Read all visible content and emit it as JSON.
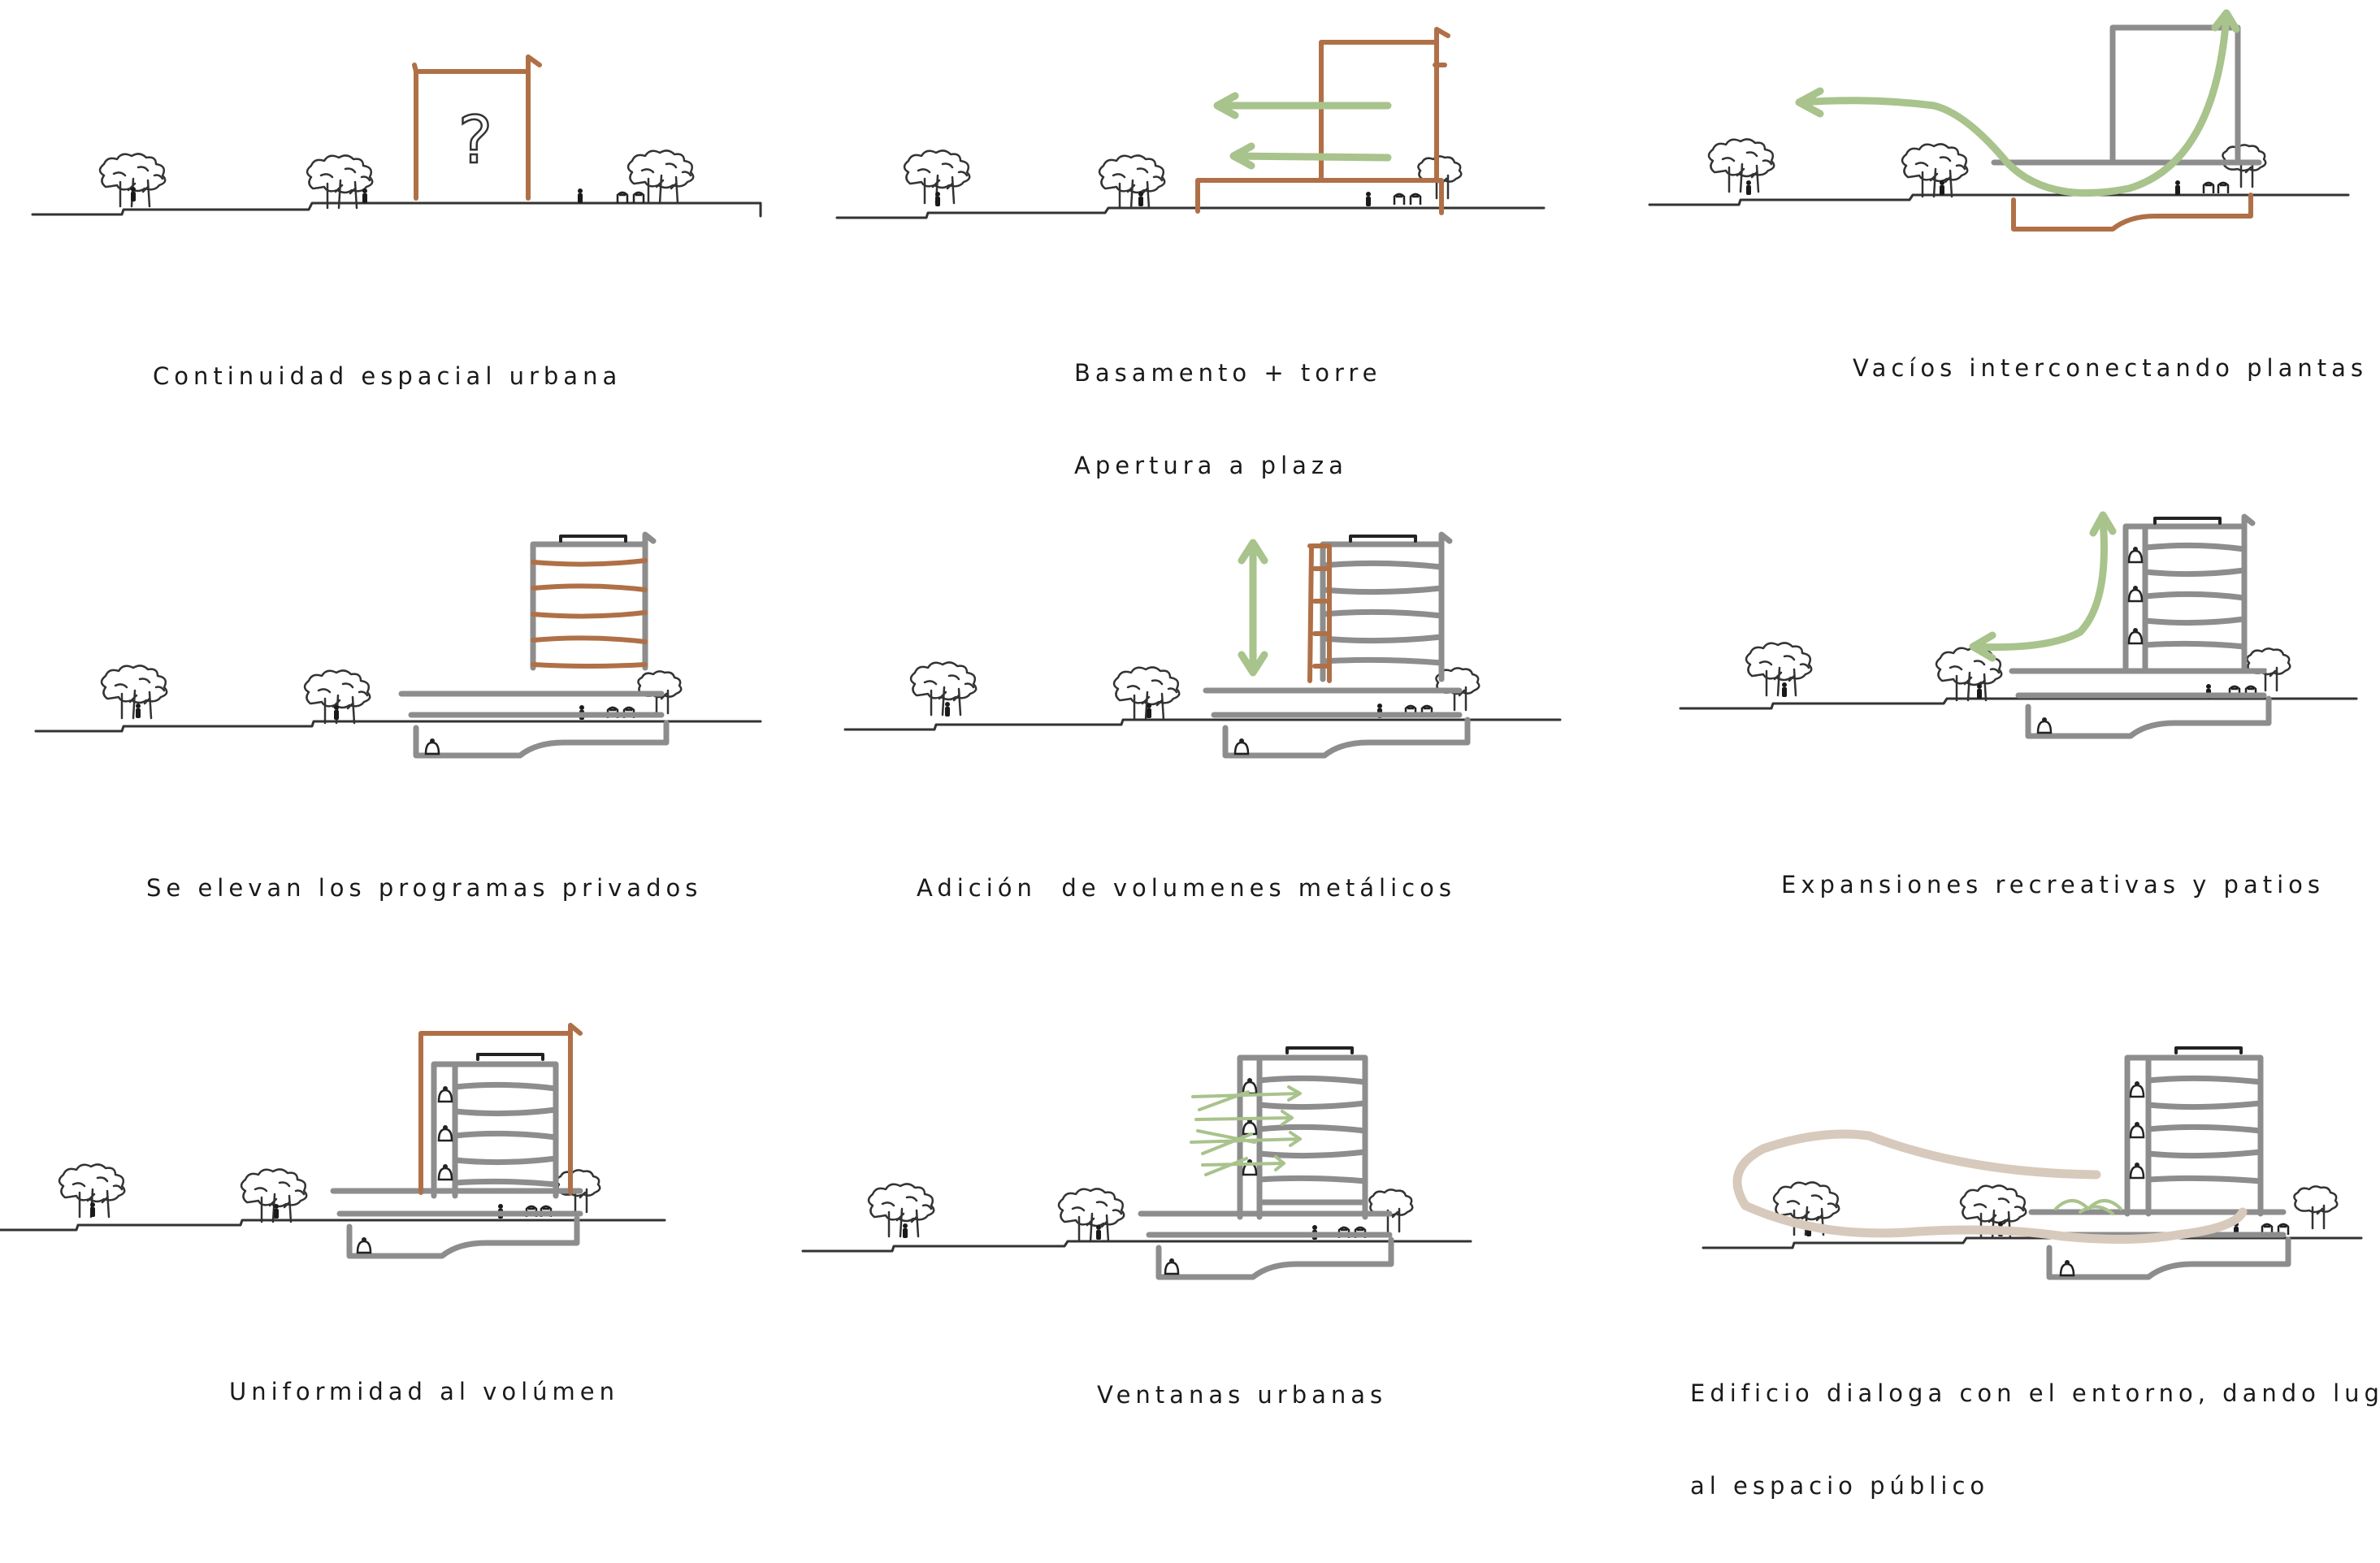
{
  "panels": [
    {
      "id": 1,
      "caption_lines": [
        "Continuidad espacial urbana"
      ],
      "mark": "?"
    },
    {
      "id": 2,
      "caption_lines": [
        "Basamento + torre",
        "Apertura a plaza"
      ]
    },
    {
      "id": 3,
      "caption_lines": [
        "Vacíos interconectando plantas"
      ]
    },
    {
      "id": 4,
      "caption_lines": [
        "Se elevan los programas privados"
      ]
    },
    {
      "id": 5,
      "caption_lines": [
        "Adición  de volumenes metálicos"
      ]
    },
    {
      "id": 6,
      "caption_lines": [
        "Expansiones recreativas y patios"
      ]
    },
    {
      "id": 7,
      "caption_lines": [
        "Uniformidad al volúmen"
      ]
    },
    {
      "id": 8,
      "caption_lines": [
        "Ventanas urbanas"
      ]
    },
    {
      "id": 9,
      "caption_lines": [
        "Edificio dialoga con el entorno, dando lugar",
        "al espacio público"
      ]
    }
  ],
  "colors": {
    "ink": "#333333",
    "structure_gray": "#8d8d8d",
    "accent_brown": "#b07047",
    "accent_green": "#a8c38c",
    "accent_beige": "#d7cabc"
  }
}
